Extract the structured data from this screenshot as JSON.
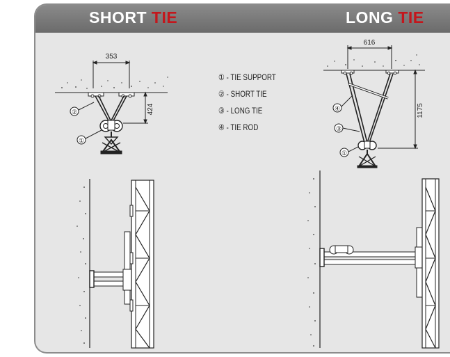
{
  "titles": {
    "short": {
      "part1": "SHORT",
      "part2": "TIE"
    },
    "long": {
      "part1": "LONG",
      "part2": "TIE"
    }
  },
  "legend": [
    "① - TIE SUPPORT",
    "② - SHORT TIE",
    "③ - LONG TIE",
    "④ - TIE ROD"
  ],
  "short_tie": {
    "width_dim": "353",
    "height_dim": "424",
    "callouts": [
      "②",
      "①"
    ]
  },
  "long_tie": {
    "width_dim": "616",
    "height_dim": "1175",
    "callouts": [
      "④",
      "③",
      "①"
    ]
  },
  "colors": {
    "header": "#7a7a7a",
    "panel": "#e6e6e6",
    "accent_red": "#c4161c",
    "title_white": "#ffffff"
  }
}
